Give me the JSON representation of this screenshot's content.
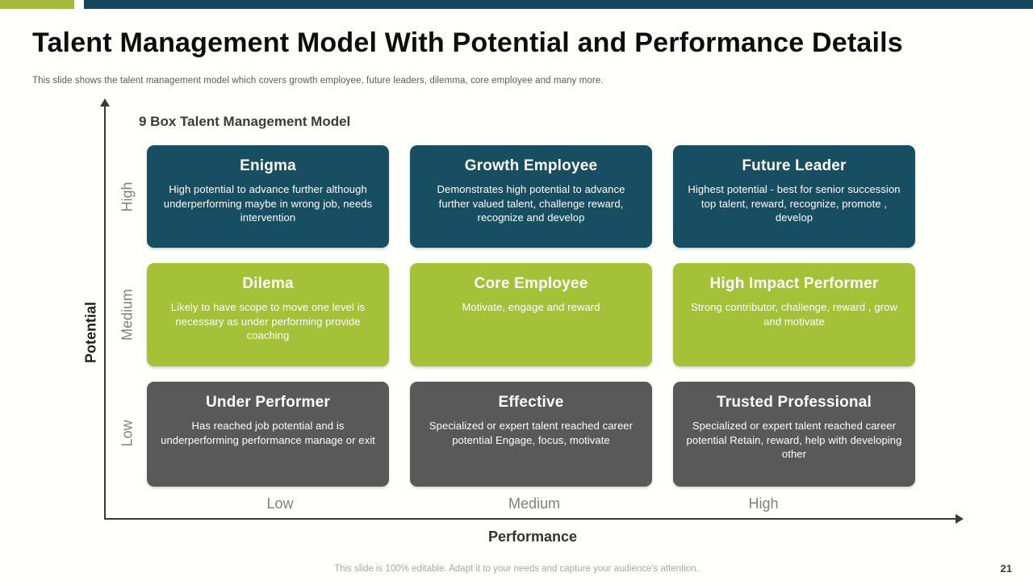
{
  "slide": {
    "title": "Talent Management Model With Potential and Performance Details",
    "subtitle": "This slide shows the talent management model which covers growth employee, future leaders, dilemma, core employee and many more.",
    "footer": "This slide is 100% editable. Adapt it to your needs  and capture your audience's attention.",
    "page_number": "21"
  },
  "colors": {
    "topbar_green": "#a2b93c",
    "topbar_teal": "#15465c",
    "tier_high": "#174e62",
    "tier_medium": "#a5c138",
    "tier_low": "#595959"
  },
  "chart": {
    "heading": "9 Box Talent Management Model",
    "y_axis_title": "Potential",
    "x_axis_title": "Performance",
    "y_labels": [
      "High",
      "Medium",
      "Low"
    ],
    "x_labels": [
      "Low",
      "Medium",
      "High"
    ]
  },
  "matrix": {
    "rows": [
      {
        "potential": "High",
        "cells": [
          {
            "title": "Enigma",
            "desc": "High potential to advance   further although underperforming maybe in wrong  job, needs intervention"
          },
          {
            "title": "Growth Employee",
            "desc": "Demonstrates high potential to advance further valued talent, challenge reward, recognize and develop"
          },
          {
            "title": "Future Leader",
            "desc": "Highest potential -  best for senior succession top talent, reward, recognize, promote , develop"
          }
        ]
      },
      {
        "potential": "Medium",
        "cells": [
          {
            "title": "Dilema",
            "desc": "Likely to have scope to  move one level is necessary as under performing provide coaching"
          },
          {
            "title": "Core Employee",
            "desc": "Motivate, engage and reward"
          },
          {
            "title": "High Impact Performer",
            "desc": "Strong contributor, challenge, reward , grow and motivate"
          }
        ]
      },
      {
        "potential": "Low",
        "cells": [
          {
            "title": "Under Performer",
            "desc": "Has reached job potential and is underperforming performance manage or exit"
          },
          {
            "title": "Effective",
            "desc": "Specialized or expert talent reached career potential Engage, focus, motivate"
          },
          {
            "title": "Trusted Professional",
            "desc": "Specialized or expert talent reached career potential Retain, reward,  help with developing other"
          }
        ]
      }
    ]
  }
}
